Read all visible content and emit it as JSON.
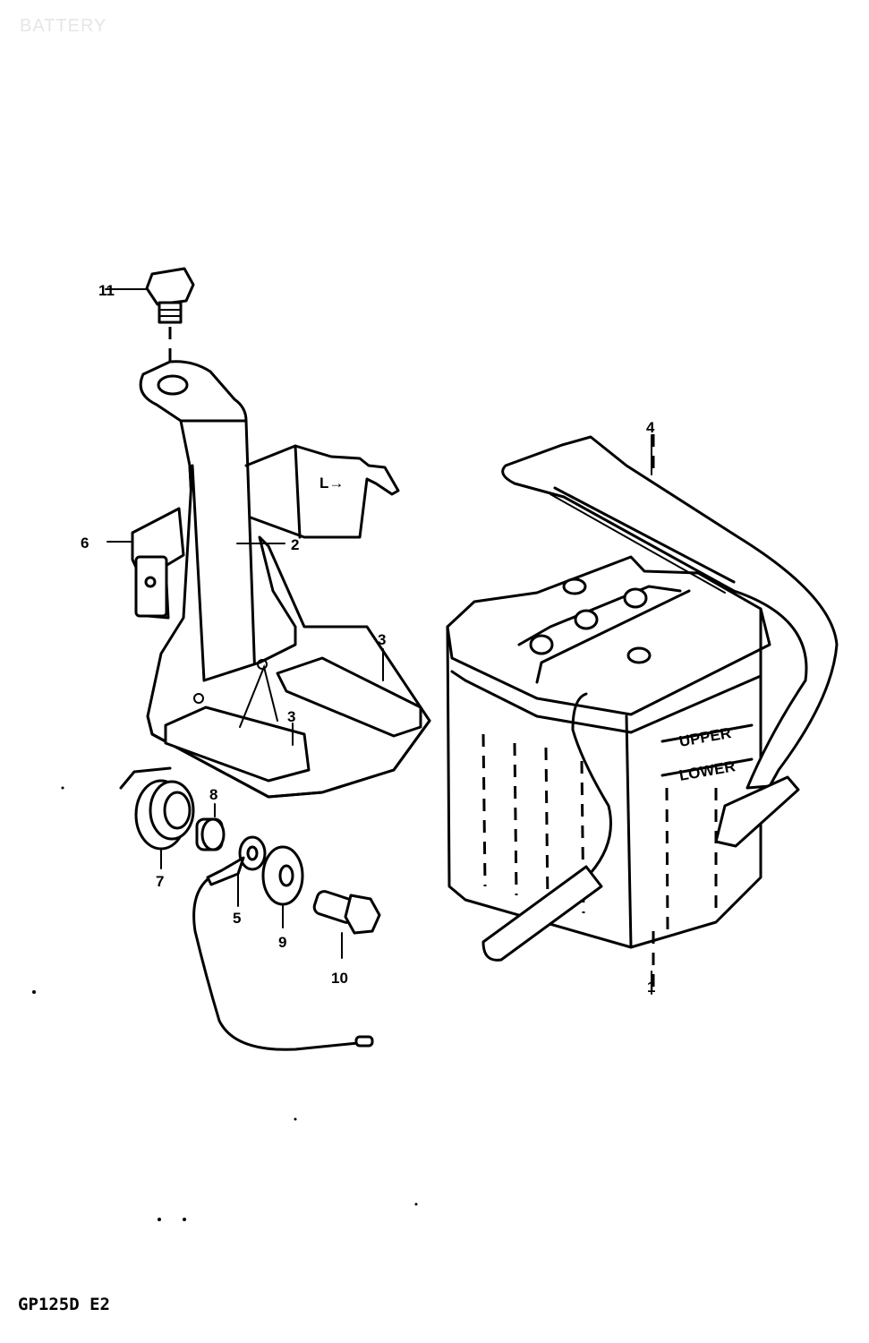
{
  "header": {
    "watermark": "BATTERY"
  },
  "footer": {
    "model_code": "GP125D E2"
  },
  "battery_labels": {
    "upper": "UPPER",
    "lower": "LOWER"
  },
  "callouts": {
    "c1": "1",
    "c2": "2",
    "c3a": "3",
    "c3b": "3",
    "c4": "4",
    "c5": "5",
    "c6": "6",
    "c7": "7",
    "c8": "8",
    "c9": "9",
    "c10": "10",
    "c11": "11"
  }
}
